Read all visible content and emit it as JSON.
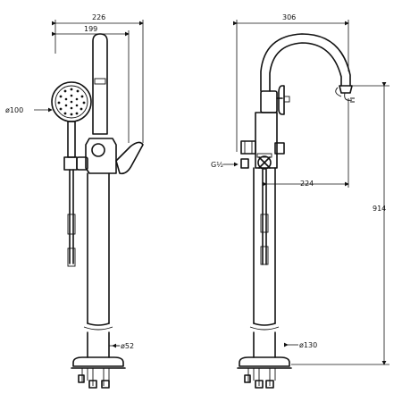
{
  "drawing": {
    "front_view": {
      "dim_overall_width": "226",
      "dim_spout_width": "199",
      "dim_handshower_diameter": "ø100",
      "dim_pipe_diameter": "ø52"
    },
    "side_view": {
      "dim_spout_reach": "306",
      "dim_spout_projection": "224",
      "dim_overall_height": "914",
      "dim_base_diameter": "ø130",
      "connection_thread": "G½"
    }
  }
}
